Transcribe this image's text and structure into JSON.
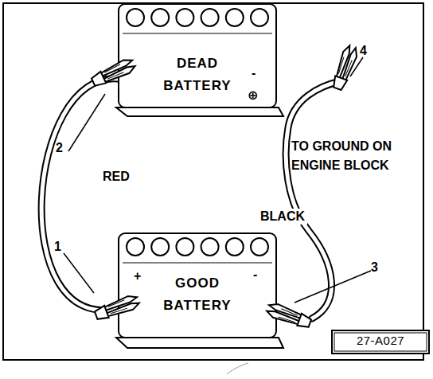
{
  "diagram": {
    "nodes": [
      {
        "text": [
          "DEAD BATTERY"
        ]
      },
      {
        "text": [
          "GOOD BATTERY"
        ]
      },
      {
        "text": [
          "27-A027"
        ]
      }
    ],
    "edges": [
      {
        "from": 0,
        "to": 1,
        "arrow": "none",
        "label": "RED"
      }
    ],
    "labels": [
      "2",
      "1",
      "3",
      "4",
      "TO GROUND ON ENGINE BLOCK",
      "BLACK",
      "+",
      "-",
      "-",
      "⊕"
    ]
  }
}
